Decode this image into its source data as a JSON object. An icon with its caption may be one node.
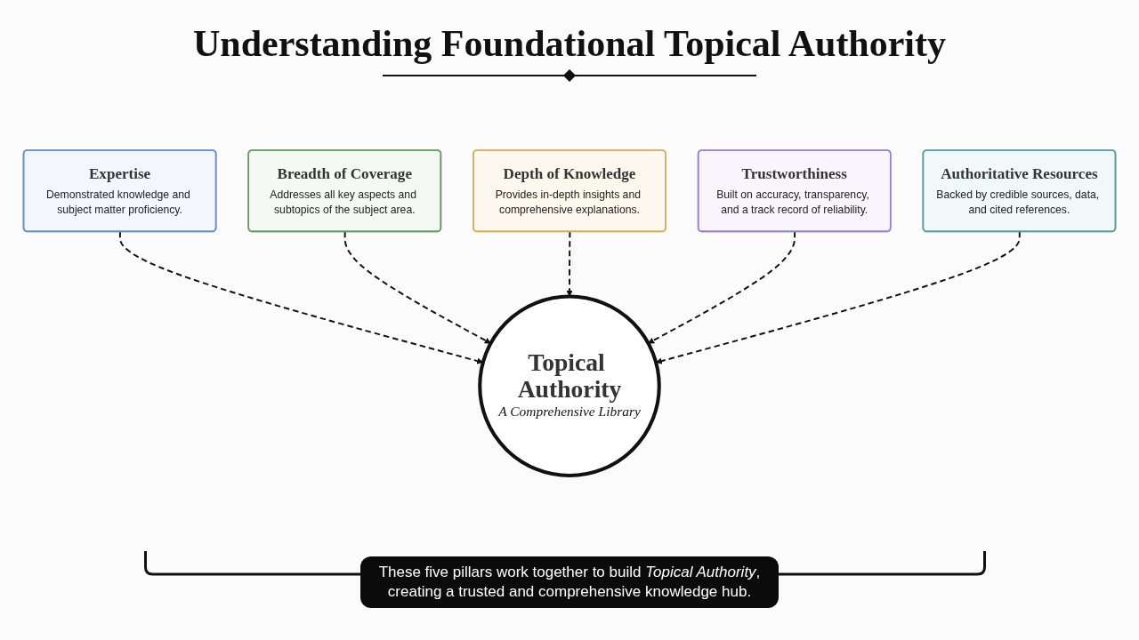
{
  "diagram": {
    "title": "Understanding Foundational Topical Authority",
    "caption": "These five pillars work together to build *Topical Authority*, creating a trusted and comprehensive knowledge hub.",
    "nodes": [
      {
        "text": [
          "Expertise",
          "Demonstrated knowledge and subject matter proficiency."
        ]
      },
      {
        "text": [
          "Topical Authority",
          "A Comprehensive Library"
        ]
      },
      {
        "text": [
          "Breadth of Coverage",
          "Addresses all key aspects and subtopics of the subject area."
        ]
      },
      {
        "text": [
          "Depth of Knowledge",
          "Provides in-depth insights and comprehensive explanations."
        ]
      },
      {
        "text": [
          "Trustworthiness",
          "Built on accuracy, transparency, and a track record of reliability."
        ]
      },
      {
        "text": [
          "Authoritative Resources",
          "Backed by credible sources, data, and cited references."
        ]
      }
    ],
    "edges": [
      {
        "from": 0,
        "to": 1,
        "arrow": "to",
        "style": "dashed"
      },
      {
        "from": 2,
        "to": 1,
        "arrow": "to",
        "style": "dashed"
      },
      {
        "from": 3,
        "to": 1,
        "arrow": "to",
        "style": "dashed"
      },
      {
        "from": 4,
        "to": 1,
        "arrow": "to",
        "style": "dashed"
      },
      {
        "from": 5,
        "to": 1,
        "arrow": "to",
        "style": "dashed"
      }
    ]
  }
}
